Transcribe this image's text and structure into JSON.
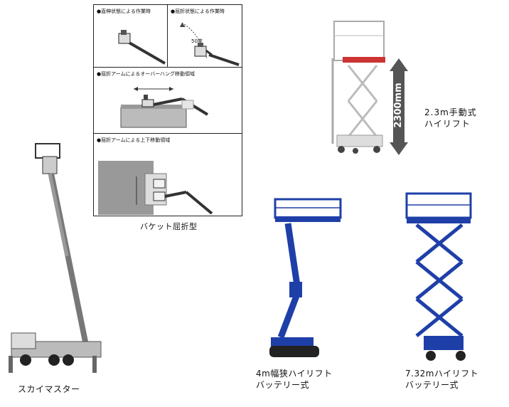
{
  "bucket_panel": {
    "straight_label": "●直伸状態による作業時",
    "bent_label": "●屈折状態による作業時",
    "angle_label": "50度",
    "overhang_label": "●屈折アームによるオーバーハング移動領域",
    "updown_label": "●屈折アームによる上下移動領域",
    "caption": "バケット屈折型"
  },
  "manual_lift": {
    "height_label": "2300mm",
    "caption_line1": "2.3m手動式",
    "caption_line2": "ハイリフト"
  },
  "sky_master": {
    "caption": "スカイマスター"
  },
  "narrow_lift": {
    "caption_line1": "4m幅狭ハイリフト",
    "caption_line2": "バッテリー式"
  },
  "scissor_lift": {
    "caption_line1": "7.32mハイリフト",
    "caption_line2": "バッテリー式"
  },
  "colors": {
    "lift_blue": "#1f3fa8",
    "boom_gray": "#9a9a9a",
    "panel_border": "#222222"
  }
}
